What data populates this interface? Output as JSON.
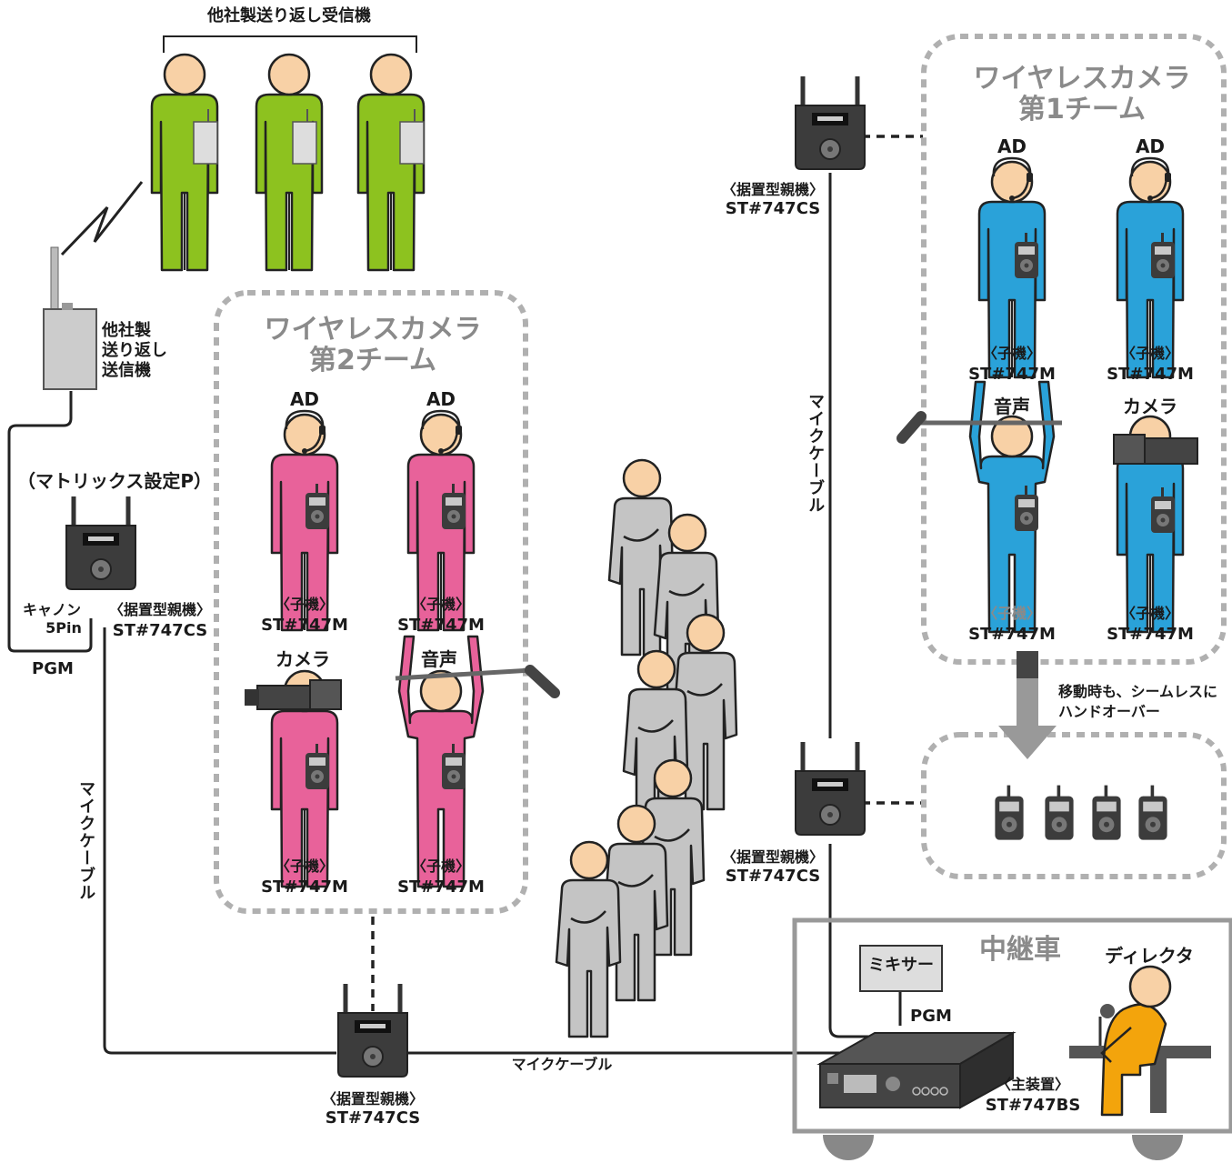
{
  "receivers_title": "他社製送り返し受信機",
  "transmitter_label": [
    "他社製",
    "送り返し",
    "送信機"
  ],
  "matrix_label": "（マトリックス設定P）",
  "canon_label": [
    "キャノン",
    "5Pin"
  ],
  "pgm": "PGM",
  "mic_cable": "マイクケーブル",
  "base_unit": {
    "type": "〈据置型親機〉",
    "model": "ST#747CS"
  },
  "handset": {
    "type": "〈子機〉",
    "model": "ST#747M"
  },
  "main_unit": {
    "type": "〈主装置〉",
    "model": "ST#747BS"
  },
  "team2": {
    "title": [
      "ワイヤレスカメラ",
      "第2チーム"
    ],
    "roles": [
      "AD",
      "AD",
      "カメラ",
      "音声"
    ]
  },
  "team1": {
    "title": [
      "ワイヤレスカメラ",
      "第1チーム"
    ],
    "roles": [
      "AD",
      "AD",
      "音声",
      "カメラ"
    ]
  },
  "handover_note": [
    "移動時も、シームレスに",
    "ハンドオーバー"
  ],
  "ob_van": "中継車",
  "mixer": "ミキサー",
  "director": "ディレクタ",
  "colors": {
    "receiver_green": "#8dc21f",
    "team2_pink": "#e8629a",
    "team1_blue": "#2aa2d9",
    "runner_gray": "#c4c4c4",
    "director_orange": "#f3a40c",
    "skin": "#f8d1a6",
    "device_dark": "#3c3c3c",
    "dash_gray": "#b0b0b0"
  },
  "icons": [
    "person-icon",
    "walkie-talkie-icon",
    "base-station-icon",
    "main-unit-icon",
    "boom-mic-icon",
    "video-camera-icon",
    "headset-icon",
    "radio-wave-icon",
    "arrow-down-icon"
  ]
}
